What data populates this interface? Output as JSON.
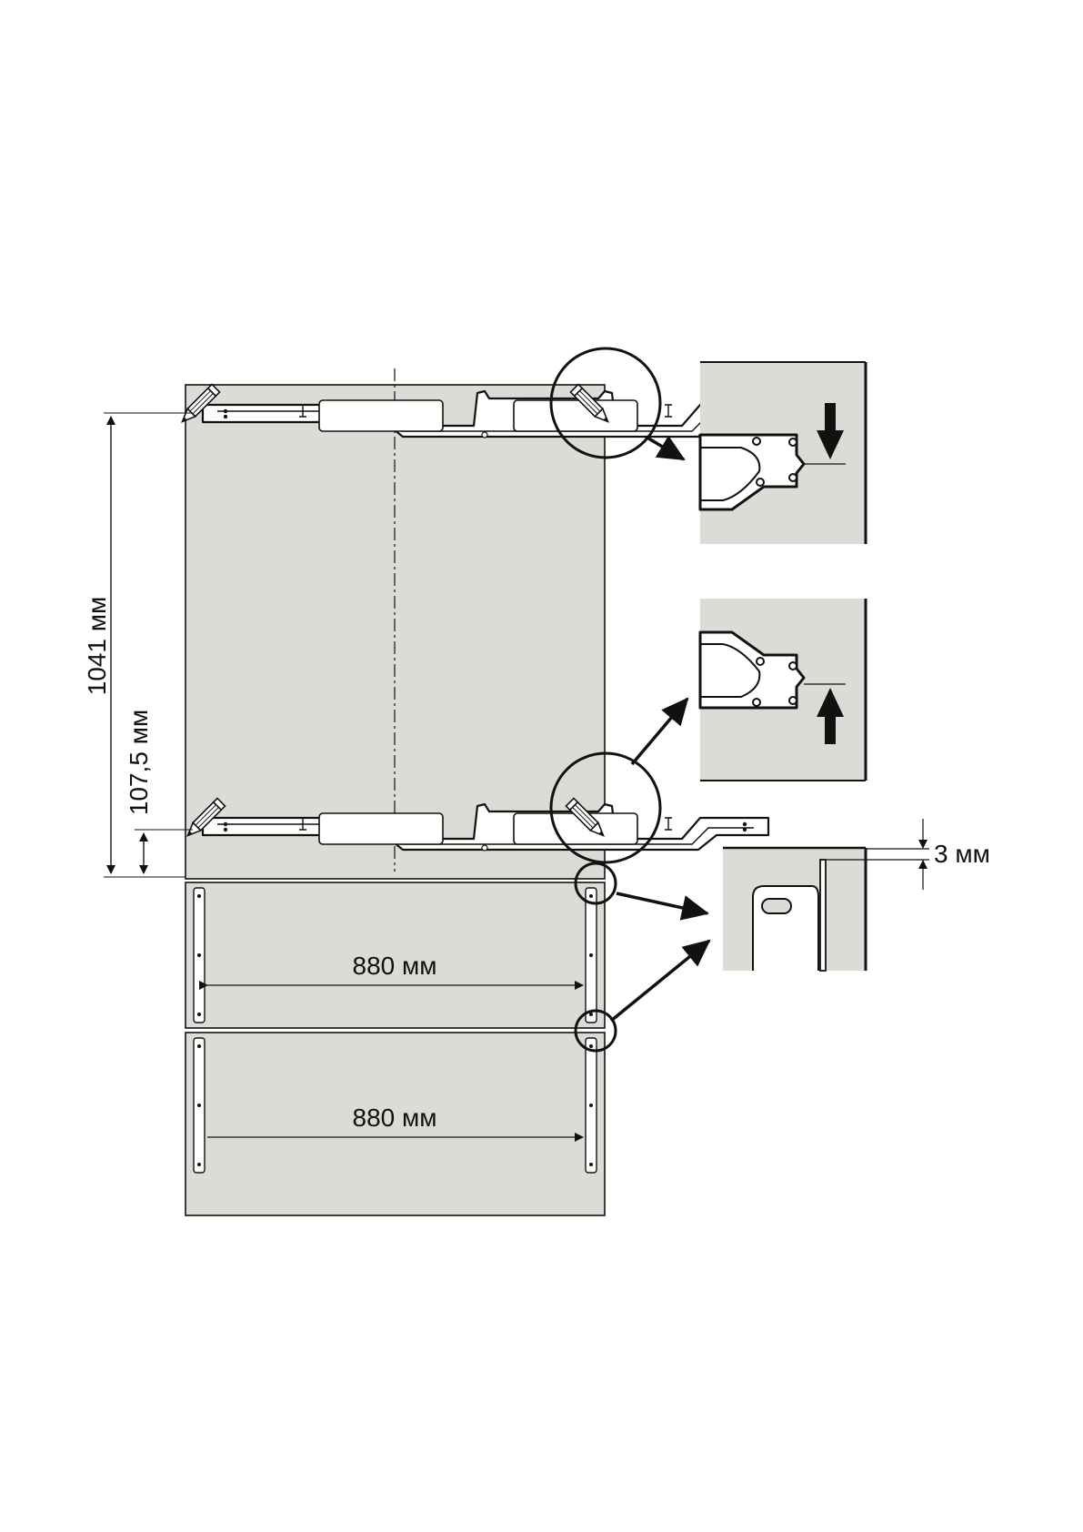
{
  "colors": {
    "panel": "#dcdcd7",
    "line": "#111111",
    "background": "#ffffff",
    "bracket": "#ffffff"
  },
  "labels": {
    "height_total": "1041 мм",
    "height_bracket": "107,5 мм",
    "width_drawer_upper": "880 мм",
    "width_drawer_lower": "880 мм",
    "gap": "3 мм"
  },
  "icons": [
    "pencil-icon",
    "arrow-up-icon",
    "arrow-down-icon",
    "magnifier-circle"
  ]
}
